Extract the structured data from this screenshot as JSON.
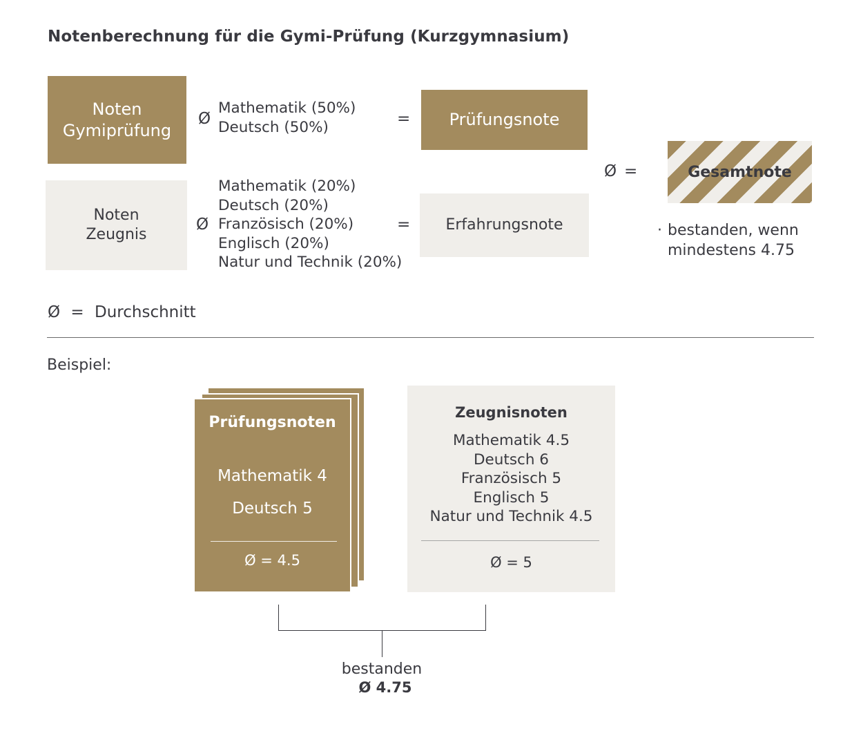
{
  "title": "Notenberechnung für die Gymi-Prüfung (Kurzgymnasium)",
  "symbol_avg": "Ø",
  "symbol_eq": "=",
  "row1": {
    "box_lines": [
      "Noten",
      "Gymiprüfung"
    ],
    "subjects": [
      "Mathematik (50%)",
      "Deutsch (50%)"
    ],
    "result": "Prüfungsnote"
  },
  "row2": {
    "box_lines": [
      "Noten",
      "Zeugnis"
    ],
    "subjects": [
      "Mathematik (20%)",
      "Deutsch (20%)",
      "Französisch (20%)",
      "Englisch (20%)",
      "Natur und Technik (20%)"
    ],
    "result": "Erfahrungsnote"
  },
  "final": {
    "label": "Gesamtnote",
    "note_line1": "bestanden, wenn",
    "note_line2": "mindestens 4.75",
    "bullet": "·"
  },
  "legend": {
    "symbol": "Ø",
    "eq": "=",
    "text": "Durchschnitt"
  },
  "example": {
    "label": "Beispiel:",
    "pruefung": {
      "title": "Prüfungsnoten",
      "items": [
        "Mathematik 4",
        "Deutsch 5"
      ],
      "avg": "Ø = 4.5"
    },
    "zeugnis": {
      "title": "Zeugnisnoten",
      "items": [
        "Mathematik 4.5",
        "Deutsch 6",
        "Französisch 5",
        "Englisch 5",
        "Natur und Technik 4.5"
      ],
      "avg": "Ø = 5"
    },
    "result_line1": "bestanden",
    "result_line2": "Ø 4.75"
  },
  "colors": {
    "gold": "#a38b5e",
    "beige": "#f0eeea",
    "text": "#3a3a40"
  }
}
